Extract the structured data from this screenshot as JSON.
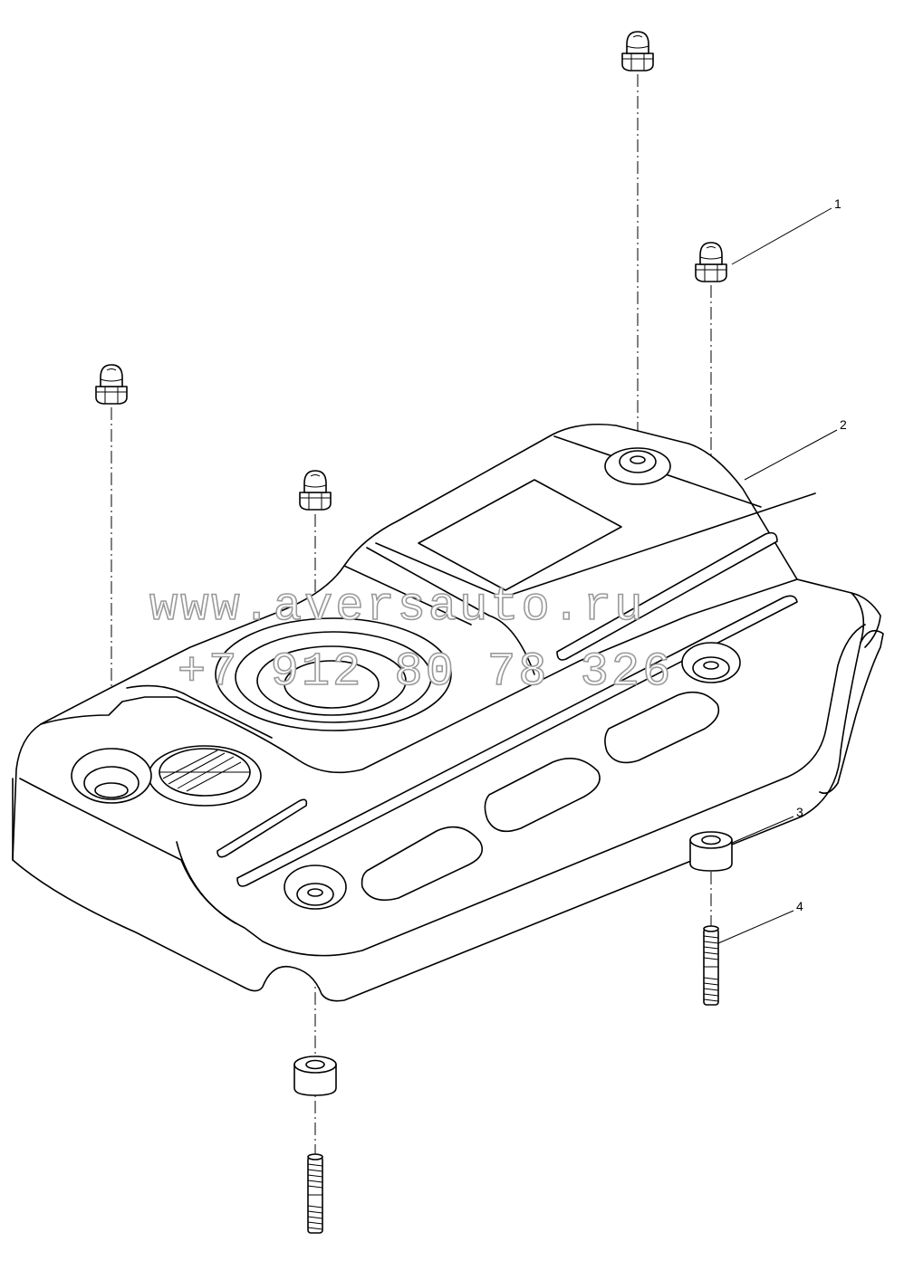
{
  "callouts": [
    {
      "id": "1",
      "label": "1"
    },
    {
      "id": "2",
      "label": "2"
    },
    {
      "id": "3",
      "label": "3"
    },
    {
      "id": "4",
      "label": "4"
    }
  ],
  "watermark": {
    "line1": "www.aversauto.ru",
    "line2": "+7 912 80 78 326"
  },
  "colors": {
    "line": "#000000",
    "background": "#ffffff",
    "watermark_outline": "#9a9a9a"
  },
  "icons": [
    "cap-nut-icon",
    "spacer-sleeve-icon",
    "stud-bolt-icon",
    "engine-cover-icon",
    "oil-filler-cap-icon"
  ]
}
